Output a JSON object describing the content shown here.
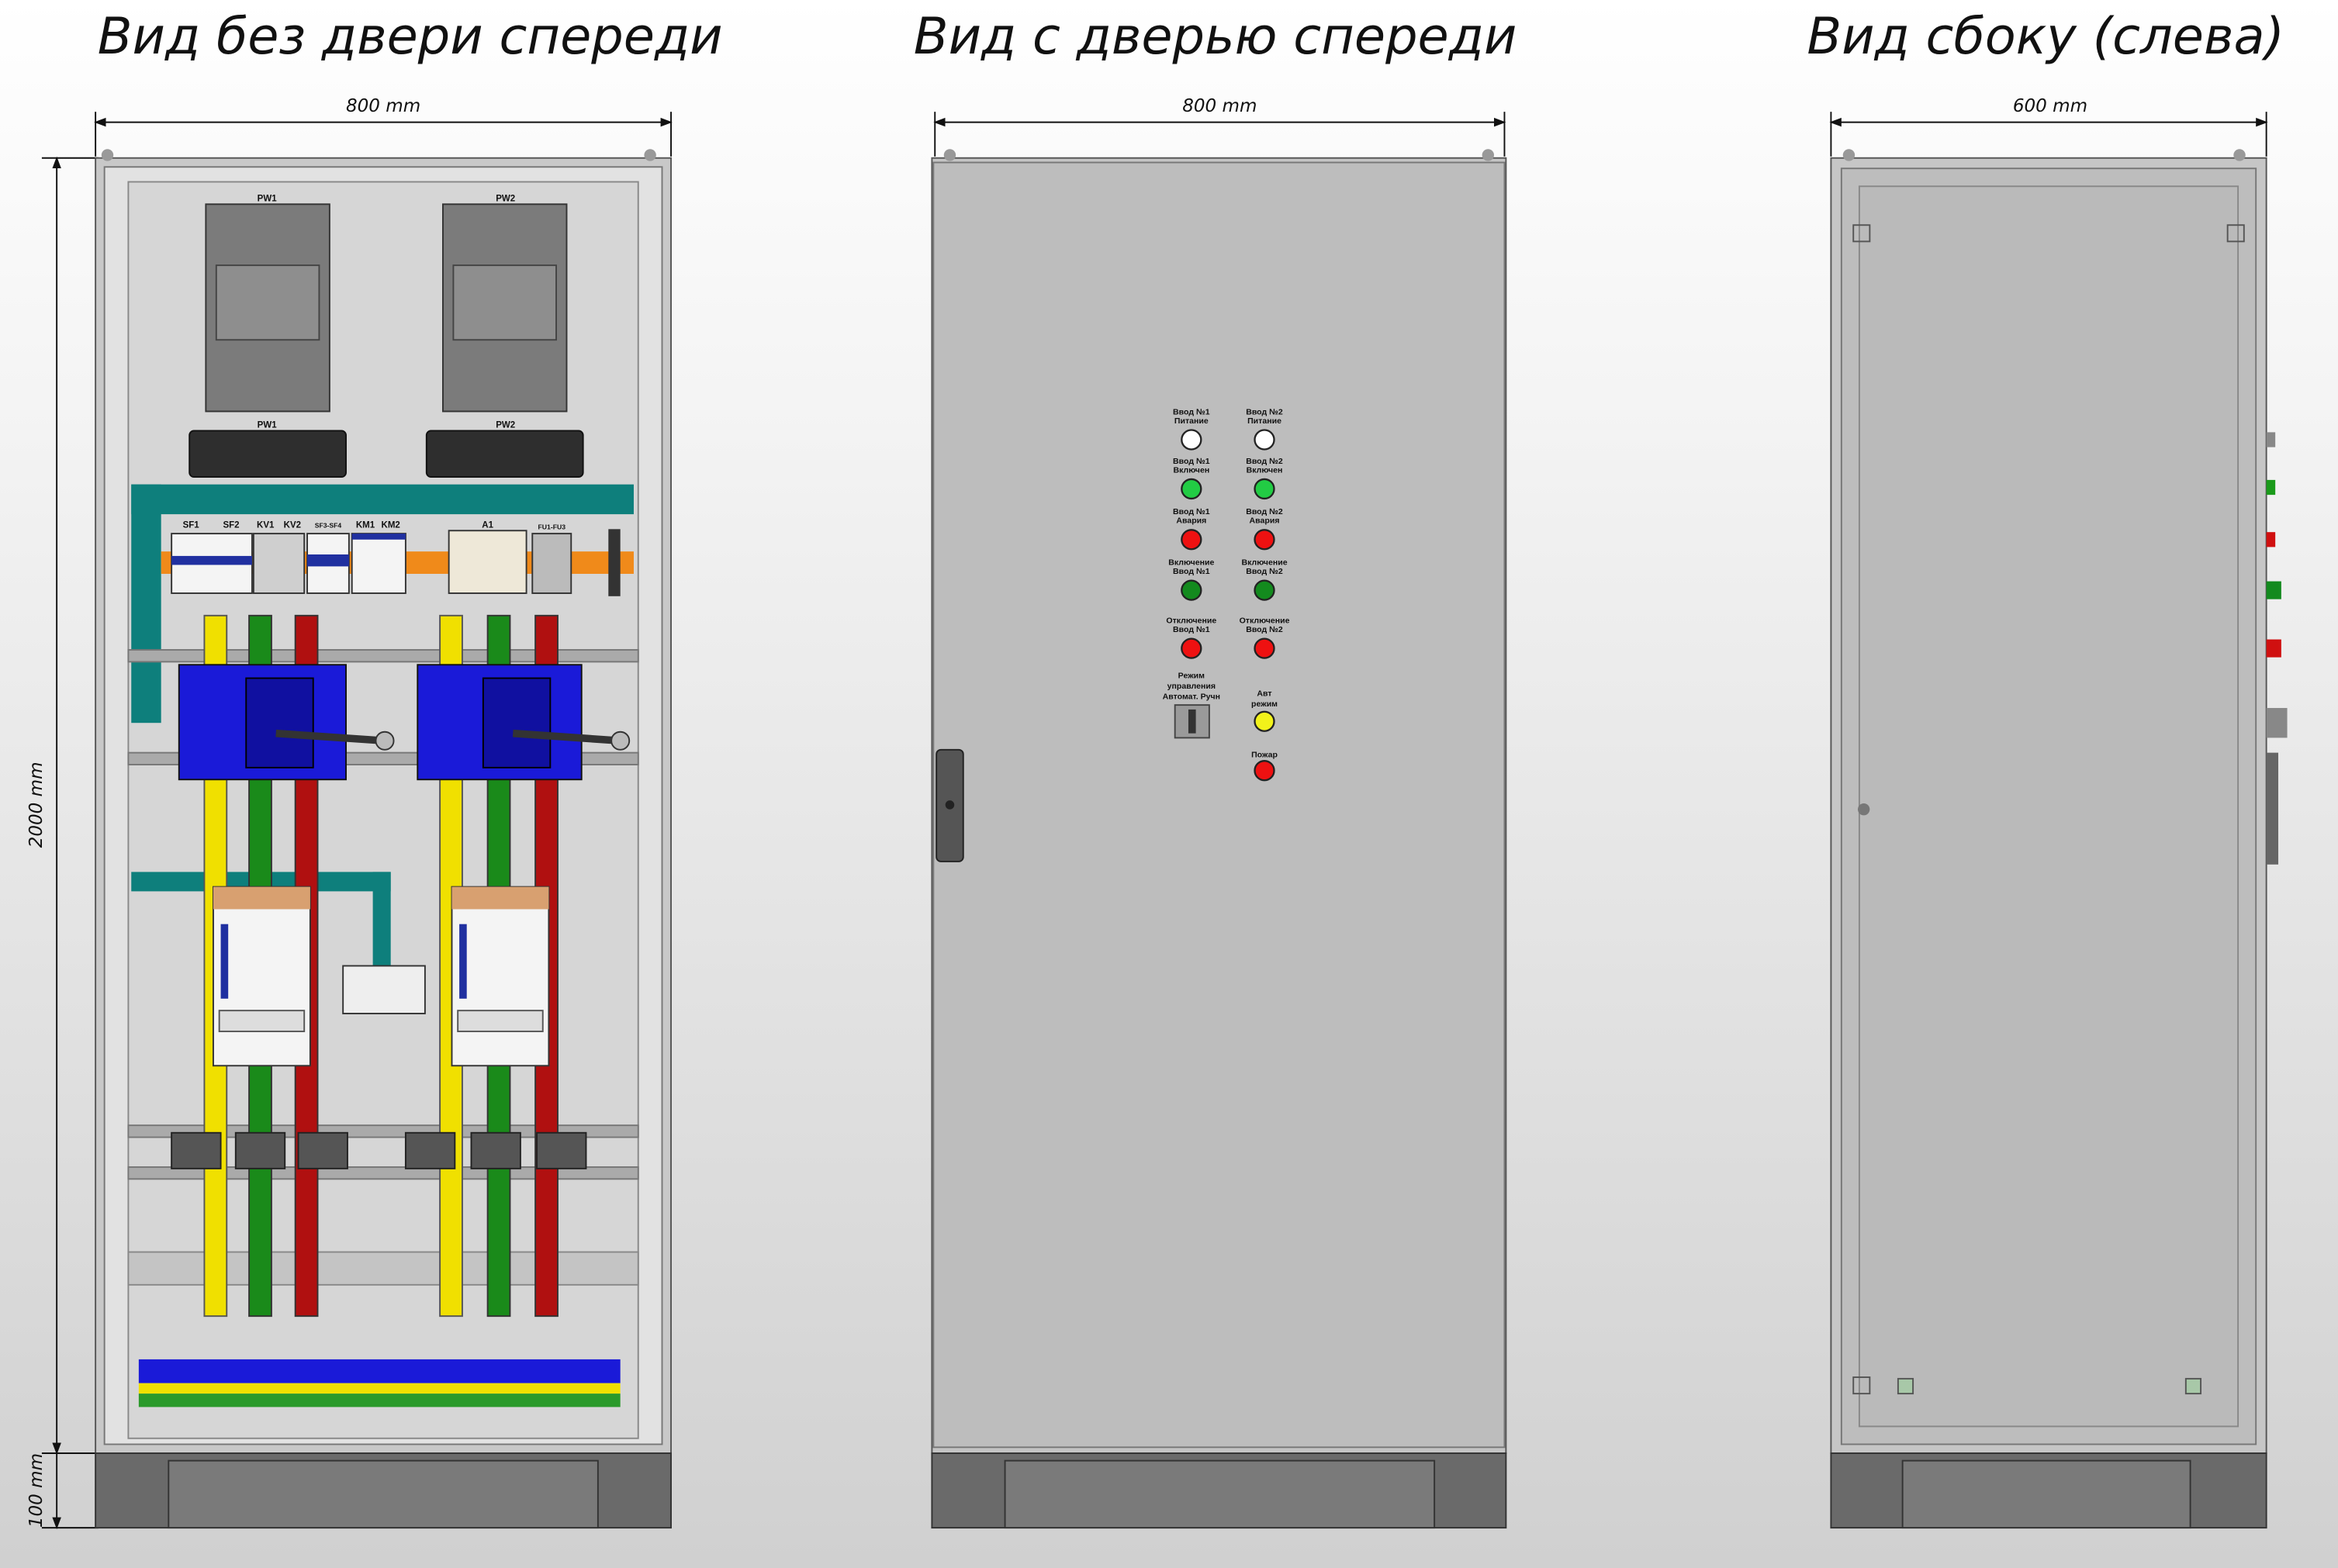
{
  "titles": {
    "front_no_door": "Вид без двери спереди",
    "front_with_door": "Вид с дверью спереди",
    "side_left": "Вид сбоку (слева)"
  },
  "dimensions": {
    "width_front_no_door": "800 mm",
    "width_front_with_door": "800 mm",
    "width_side": "600 mm",
    "height": "2000 mm",
    "base_height": "100 mm"
  },
  "interior": {
    "meters": [
      "PW1",
      "PW2"
    ],
    "meter_covers": [
      "PW1",
      "PW2"
    ],
    "din_devices": [
      "SF1",
      "SF2",
      "KV1",
      "KV2",
      "SF3-SF4",
      "KM1",
      "KM2",
      "A1",
      "FU1-FU3"
    ]
  },
  "door_panel": {
    "indicators": [
      {
        "label1": "Ввод №1",
        "label2": "Питание",
        "color": "#ffffff"
      },
      {
        "label1": "Ввод №2",
        "label2": "Питание",
        "color": "#ffffff"
      },
      {
        "label1": "Ввод №1",
        "label2": "Включен",
        "color": "#22cc44"
      },
      {
        "label1": "Ввод №2",
        "label2": "Включен",
        "color": "#22cc44"
      },
      {
        "label1": "Ввод №1",
        "label2": "Авария",
        "color": "#ee1111"
      },
      {
        "label1": "Ввод №2",
        "label2": "Авария",
        "color": "#ee1111"
      },
      {
        "label1": "Включение",
        "label2": "Ввод №1",
        "color": "#138a1e"
      },
      {
        "label1": "Включение",
        "label2": "Ввод №2",
        "color": "#138a1e"
      },
      {
        "label1": "Отключение",
        "label2": "Ввод №1",
        "color": "#ee1111"
      },
      {
        "label1": "Отключение",
        "label2": "Ввод №2",
        "color": "#ee1111"
      }
    ],
    "mode_switch": {
      "label1": "Режим",
      "label2": "управления",
      "label3": "Автомат.  Ручн"
    },
    "auto_mode": {
      "label1": "Авт",
      "label2": "режим",
      "color": "#f2f21a"
    },
    "fire": {
      "label": "Пожар",
      "color": "#ee1111"
    }
  },
  "colors": {
    "phase_a": "#f0e000",
    "phase_b": "#1a8a1a",
    "phase_c": "#b01010",
    "switch_blue": "#1a1ad8",
    "duct_teal": "#0e7f7c",
    "din_orange": "#f08a1a"
  }
}
